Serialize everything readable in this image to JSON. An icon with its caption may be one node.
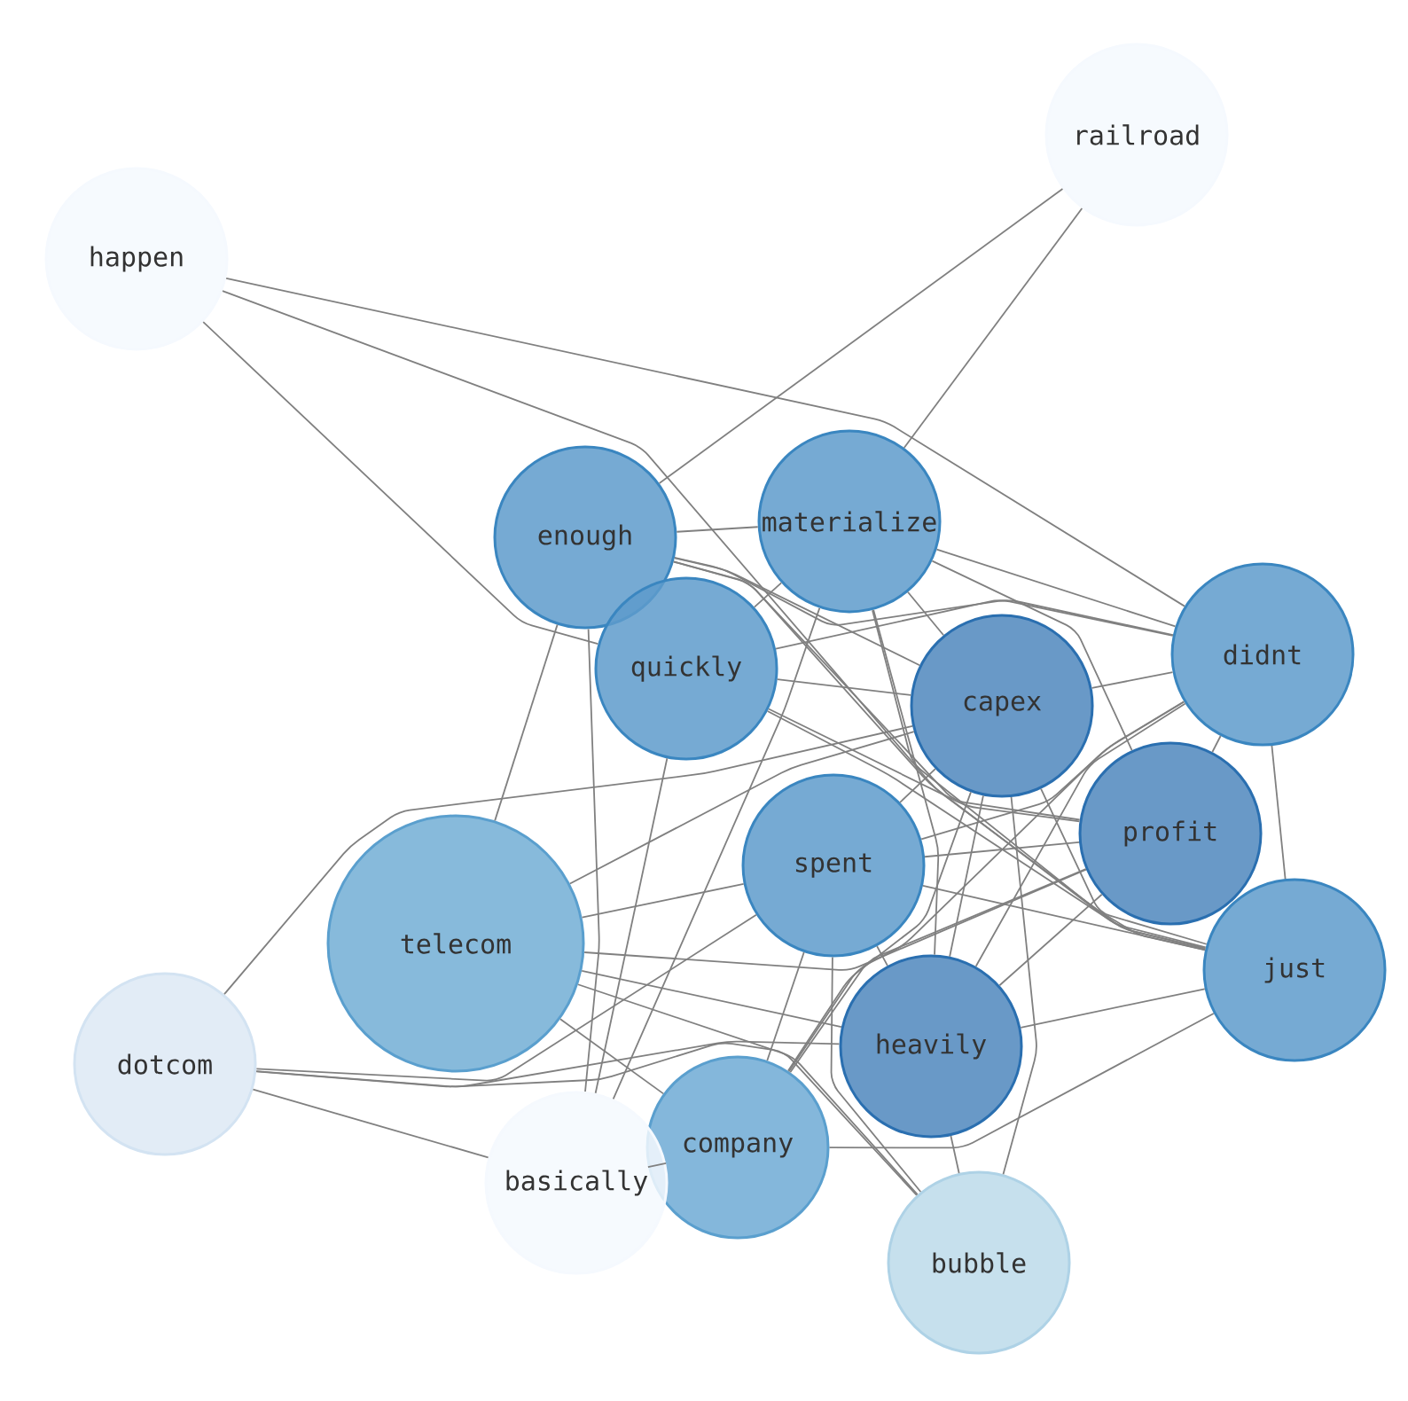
{
  "diagram": {
    "nodes": [
      {
        "text": [
          "railroad"
        ]
      },
      {
        "text": [
          "happen"
        ]
      },
      {
        "text": [
          "enough"
        ]
      },
      {
        "text": [
          "materialize"
        ]
      },
      {
        "text": [
          "quickly"
        ]
      },
      {
        "text": [
          "didnt"
        ]
      },
      {
        "text": [
          "capex"
        ]
      },
      {
        "text": [
          "profit"
        ]
      },
      {
        "text": [
          "spent"
        ]
      },
      {
        "text": [
          "just"
        ]
      },
      {
        "text": [
          "telecom"
        ]
      },
      {
        "text": [
          "dotcom"
        ]
      },
      {
        "text": [
          "heavily"
        ]
      },
      {
        "text": [
          "company"
        ]
      },
      {
        "text": [
          "basically"
        ]
      },
      {
        "text": [
          "bubble"
        ]
      }
    ],
    "edges": [
      {
        "from": 0,
        "to": 2,
        "arrow": "none"
      },
      {
        "from": 0,
        "to": 3,
        "arrow": "none"
      },
      {
        "from": 1,
        "to": 5,
        "arrow": "none"
      },
      {
        "from": 1,
        "to": 9,
        "arrow": "none"
      },
      {
        "from": 1,
        "to": 4,
        "arrow": "none"
      },
      {
        "from": 2,
        "to": 3,
        "arrow": "none"
      },
      {
        "from": 2,
        "to": 5,
        "arrow": "none"
      },
      {
        "from": 2,
        "to": 6,
        "arrow": "none"
      },
      {
        "from": 2,
        "to": 7,
        "arrow": "none"
      },
      {
        "from": 2,
        "to": 9,
        "arrow": "none"
      },
      {
        "from": 2,
        "to": 10,
        "arrow": "none"
      },
      {
        "from": 2,
        "to": 14,
        "arrow": "none"
      },
      {
        "from": 3,
        "to": 4,
        "arrow": "none"
      },
      {
        "from": 3,
        "to": 5,
        "arrow": "none"
      },
      {
        "from": 3,
        "to": 6,
        "arrow": "none"
      },
      {
        "from": 3,
        "to": 7,
        "arrow": "none"
      },
      {
        "from": 3,
        "to": 9,
        "arrow": "none"
      },
      {
        "from": 3,
        "to": 12,
        "arrow": "none"
      },
      {
        "from": 3,
        "to": 14,
        "arrow": "none"
      },
      {
        "from": 4,
        "to": 5,
        "arrow": "none"
      },
      {
        "from": 4,
        "to": 6,
        "arrow": "none"
      },
      {
        "from": 4,
        "to": 7,
        "arrow": "none"
      },
      {
        "from": 4,
        "to": 9,
        "arrow": "none"
      },
      {
        "from": 4,
        "to": 14,
        "arrow": "none"
      },
      {
        "from": 5,
        "to": 6,
        "arrow": "none"
      },
      {
        "from": 5,
        "to": 7,
        "arrow": "none"
      },
      {
        "from": 5,
        "to": 8,
        "arrow": "none"
      },
      {
        "from": 5,
        "to": 9,
        "arrow": "none"
      },
      {
        "from": 5,
        "to": 12,
        "arrow": "none"
      },
      {
        "from": 5,
        "to": 13,
        "arrow": "none"
      },
      {
        "from": 6,
        "to": 8,
        "arrow": "none"
      },
      {
        "from": 6,
        "to": 9,
        "arrow": "none"
      },
      {
        "from": 6,
        "to": 10,
        "arrow": "none"
      },
      {
        "from": 6,
        "to": 11,
        "arrow": "none"
      },
      {
        "from": 6,
        "to": 12,
        "arrow": "none"
      },
      {
        "from": 6,
        "to": 13,
        "arrow": "none"
      },
      {
        "from": 6,
        "to": 15,
        "arrow": "none"
      },
      {
        "from": 7,
        "to": 8,
        "arrow": "none"
      },
      {
        "from": 7,
        "to": 10,
        "arrow": "none"
      },
      {
        "from": 7,
        "to": 12,
        "arrow": "none"
      },
      {
        "from": 7,
        "to": 13,
        "arrow": "none"
      },
      {
        "from": 8,
        "to": 9,
        "arrow": "none"
      },
      {
        "from": 8,
        "to": 10,
        "arrow": "none"
      },
      {
        "from": 8,
        "to": 11,
        "arrow": "none"
      },
      {
        "from": 8,
        "to": 12,
        "arrow": "none"
      },
      {
        "from": 8,
        "to": 13,
        "arrow": "none"
      },
      {
        "from": 8,
        "to": 15,
        "arrow": "none"
      },
      {
        "from": 9,
        "to": 12,
        "arrow": "none"
      },
      {
        "from": 9,
        "to": 13,
        "arrow": "none"
      },
      {
        "from": 10,
        "to": 12,
        "arrow": "none"
      },
      {
        "from": 10,
        "to": 13,
        "arrow": "none"
      },
      {
        "from": 10,
        "to": 15,
        "arrow": "none"
      },
      {
        "from": 11,
        "to": 12,
        "arrow": "none"
      },
      {
        "from": 11,
        "to": 14,
        "arrow": "none"
      },
      {
        "from": 11,
        "to": 15,
        "arrow": "none"
      },
      {
        "from": 12,
        "to": 15,
        "arrow": "none"
      },
      {
        "from": 13,
        "to": 14,
        "arrow": "none"
      }
    ]
  }
}
